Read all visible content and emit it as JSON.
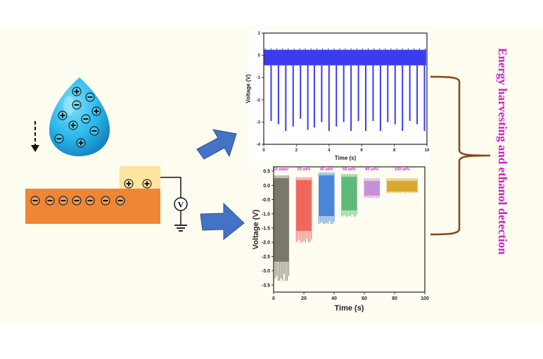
{
  "side_label": "Energy harvesting and ethanol detection",
  "voltmeter_symbol": "V",
  "colors": {
    "background": "#fffcf0",
    "slab": "#ef8636",
    "electrode": "#fde5a0",
    "drop": "#29b7ea",
    "arrow": "#4472c4",
    "brace": "#8b4513",
    "label": "#cc1fcc",
    "top_series": "#3b3bf0"
  },
  "chart_data": [
    {
      "type": "line",
      "title": "",
      "xlabel": "Time (s)",
      "ylabel": "Voltage (V)",
      "xlim": [
        0,
        10
      ],
      "ylim": [
        -4,
        1
      ],
      "xticks": [
        "0",
        "2",
        "4",
        "6",
        "8",
        "10"
      ],
      "yticks": [
        "1",
        "0",
        "-1",
        "-2",
        "-3",
        "-4"
      ],
      "baseline_band": [
        -0.45,
        0.25
      ],
      "spikes": {
        "t": [
          0.45,
          0.9,
          1.35,
          1.8,
          2.25,
          2.7,
          3.1,
          3.55,
          4.0,
          4.45,
          4.9,
          5.35,
          5.8,
          6.25,
          6.7,
          7.15,
          7.6,
          8.05,
          8.5,
          8.95,
          9.4,
          9.85
        ],
        "v": [
          -2.95,
          -3.1,
          -3.4,
          -3.2,
          -2.85,
          -3.35,
          -3.25,
          -3.0,
          -3.4,
          -3.2,
          -3.0,
          -3.4,
          -2.95,
          -3.4,
          -2.95,
          -3.4,
          -3.0,
          -3.1,
          -3.4,
          -2.95,
          -3.1,
          -3.4
        ]
      }
    },
    {
      "type": "line",
      "title": "",
      "xlabel": "Time (s)",
      "ylabel": "Voltage (V)",
      "xlim": [
        0,
        100
      ],
      "ylim": [
        -3.75,
        0.65
      ],
      "xticks": [
        "0",
        "20",
        "40",
        "60",
        "80",
        "100"
      ],
      "yticks": [
        "0.5",
        "0.0",
        "-0.5",
        "-1.0",
        "-1.5",
        "-2.0",
        "-2.5",
        "-3.0",
        "-3.5"
      ],
      "series": [
        {
          "name": "DI water",
          "t": [
            0,
            10
          ],
          "min": -3.35,
          "max": 0.35,
          "color": "#7a7868"
        },
        {
          "name": "20 wt%",
          "t": [
            15,
            25
          ],
          "min": -2.0,
          "max": 0.28,
          "color": "#f0675e"
        },
        {
          "name": "40 wt%",
          "t": [
            30,
            40
          ],
          "min": -1.35,
          "max": 0.45,
          "color": "#4a86d8"
        },
        {
          "name": "60 wt%",
          "t": [
            45,
            55
          ],
          "min": -1.1,
          "max": 0.4,
          "color": "#5dbb7a"
        },
        {
          "name": "80 wt%",
          "t": [
            60,
            70
          ],
          "min": -0.45,
          "max": 0.25,
          "color": "#c690d8"
        },
        {
          "name": "100 wt%",
          "t": [
            75,
            95
          ],
          "min": -0.27,
          "max": 0.25,
          "color": "#d8a830"
        }
      ]
    }
  ]
}
